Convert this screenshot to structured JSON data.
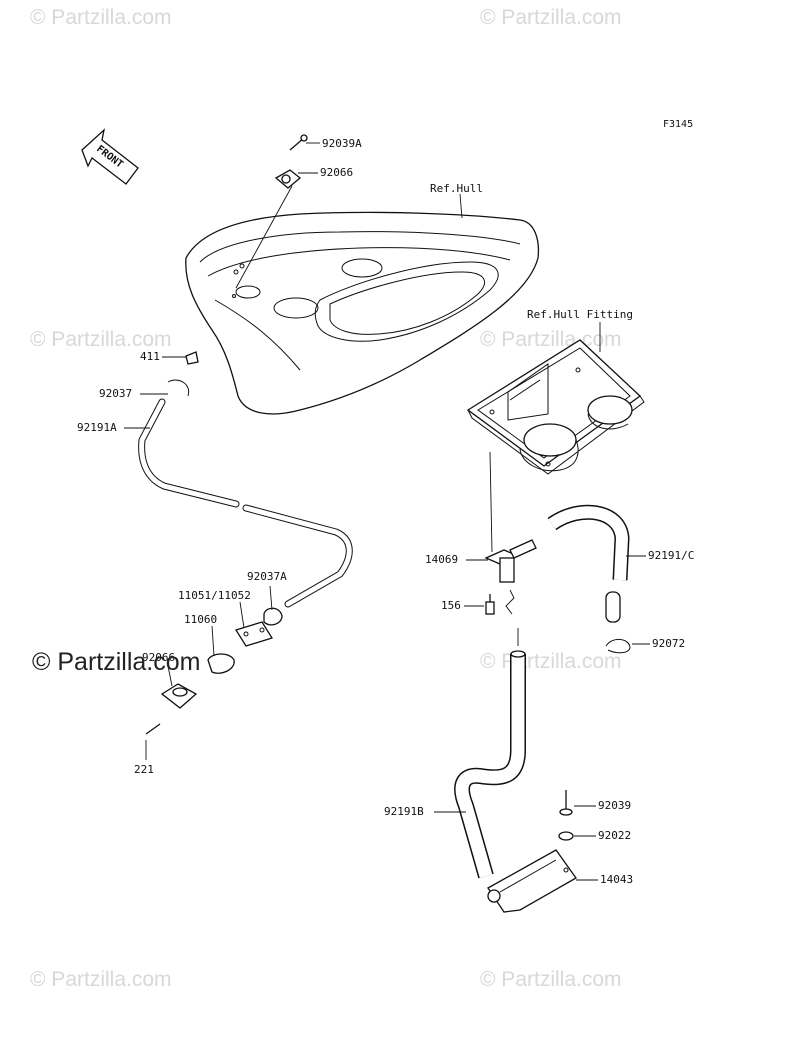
{
  "watermark": {
    "text": "© Partzilla.com",
    "main_text": "© Partzilla.com"
  },
  "figure_code": "F3145",
  "front_label": "FRONT",
  "labels": {
    "ref_hull": "Ref.Hull",
    "ref_hull_fitting": "Ref.Hull Fitting",
    "p92039A": "92039A",
    "p92066": "92066",
    "p411": "411",
    "p92037": "92037",
    "p92191A": "92191A",
    "p92037A": "92037A",
    "p11051_11052": "11051/11052",
    "p11060": "11060",
    "p92066b": "92066",
    "p221": "221",
    "p14069": "14069",
    "p156": "156",
    "p92191C": "92191/C",
    "p92072": "92072",
    "p92191B": "92191B",
    "p92039": "92039",
    "p92022": "92022",
    "p14043": "14043"
  }
}
